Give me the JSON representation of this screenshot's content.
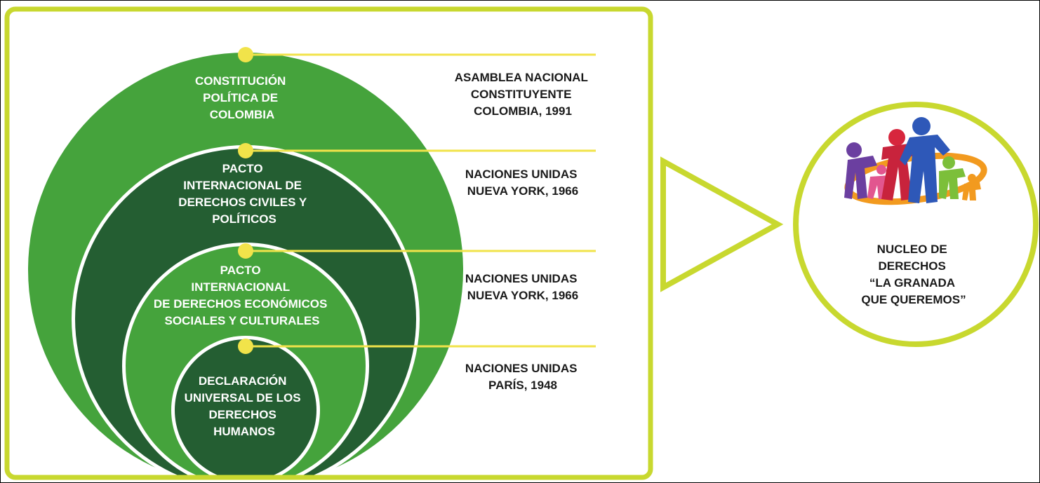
{
  "colors": {
    "frame_outline": "#C8D82F",
    "bright_green": "#45A33C",
    "dark_green": "#245E32",
    "connector_yellow": "#F1E34A",
    "source_text": "#1A1A1A"
  },
  "rings": [
    {
      "name": "constitucion",
      "label_lines": [
        "CONSTITUCIÓN",
        "POLÍTICA DE",
        "COLOMBIA"
      ],
      "source_lines": [
        "ASAMBLEA NACIONAL",
        "CONSTITUYENTE",
        "COLOMBIA, 1991"
      ]
    },
    {
      "name": "pacto-civiles",
      "label_lines": [
        "PACTO",
        "INTERNACIONAL DE",
        "DERECHOS CIVILES Y",
        "POLÍTICOS"
      ],
      "source_lines": [
        "NACIONES UNIDAS",
        "NUEVA YORK, 1966"
      ]
    },
    {
      "name": "pacto-economicos",
      "label_lines": [
        "PACTO",
        "INTERNACIONAL",
        "DE DERECHOS ECONÓMICOS",
        "SOCIALES Y CULTURALES"
      ],
      "source_lines": [
        "NACIONES UNIDAS",
        "NUEVA YORK, 1966"
      ]
    },
    {
      "name": "declaracion-universal",
      "label_lines": [
        "DECLARACIÓN",
        "UNIVERSAL DE LOS",
        "DERECHOS",
        "HUMANOS"
      ],
      "source_lines": [
        "NACIONES UNIDAS",
        "PARÍS, 1948"
      ]
    }
  ],
  "nucleo": {
    "label_lines": [
      "NUCLEO DE",
      "DERECHOS",
      "“LA GRANADA",
      "QUE QUEREMOS”"
    ],
    "logo_icon": "families-logo-icon"
  }
}
